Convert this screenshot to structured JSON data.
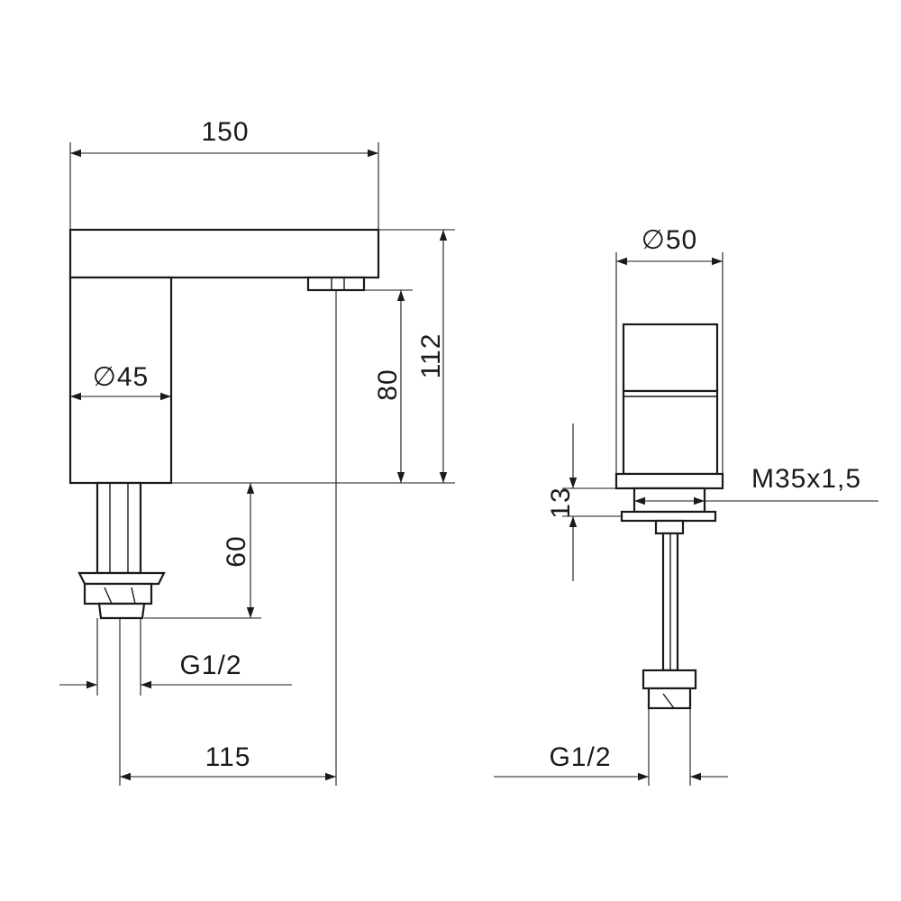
{
  "side_view": {
    "width": "150",
    "spout_height": "80",
    "total_height": "112",
    "body_diameter": "∅45",
    "shank_length": "60",
    "thread": "G1/2",
    "outlet_offset": "115"
  },
  "front_view": {
    "handle_diameter": "∅50",
    "thread_nut": "M35x1,5",
    "max_deck": "13",
    "thread": "G1/2"
  }
}
